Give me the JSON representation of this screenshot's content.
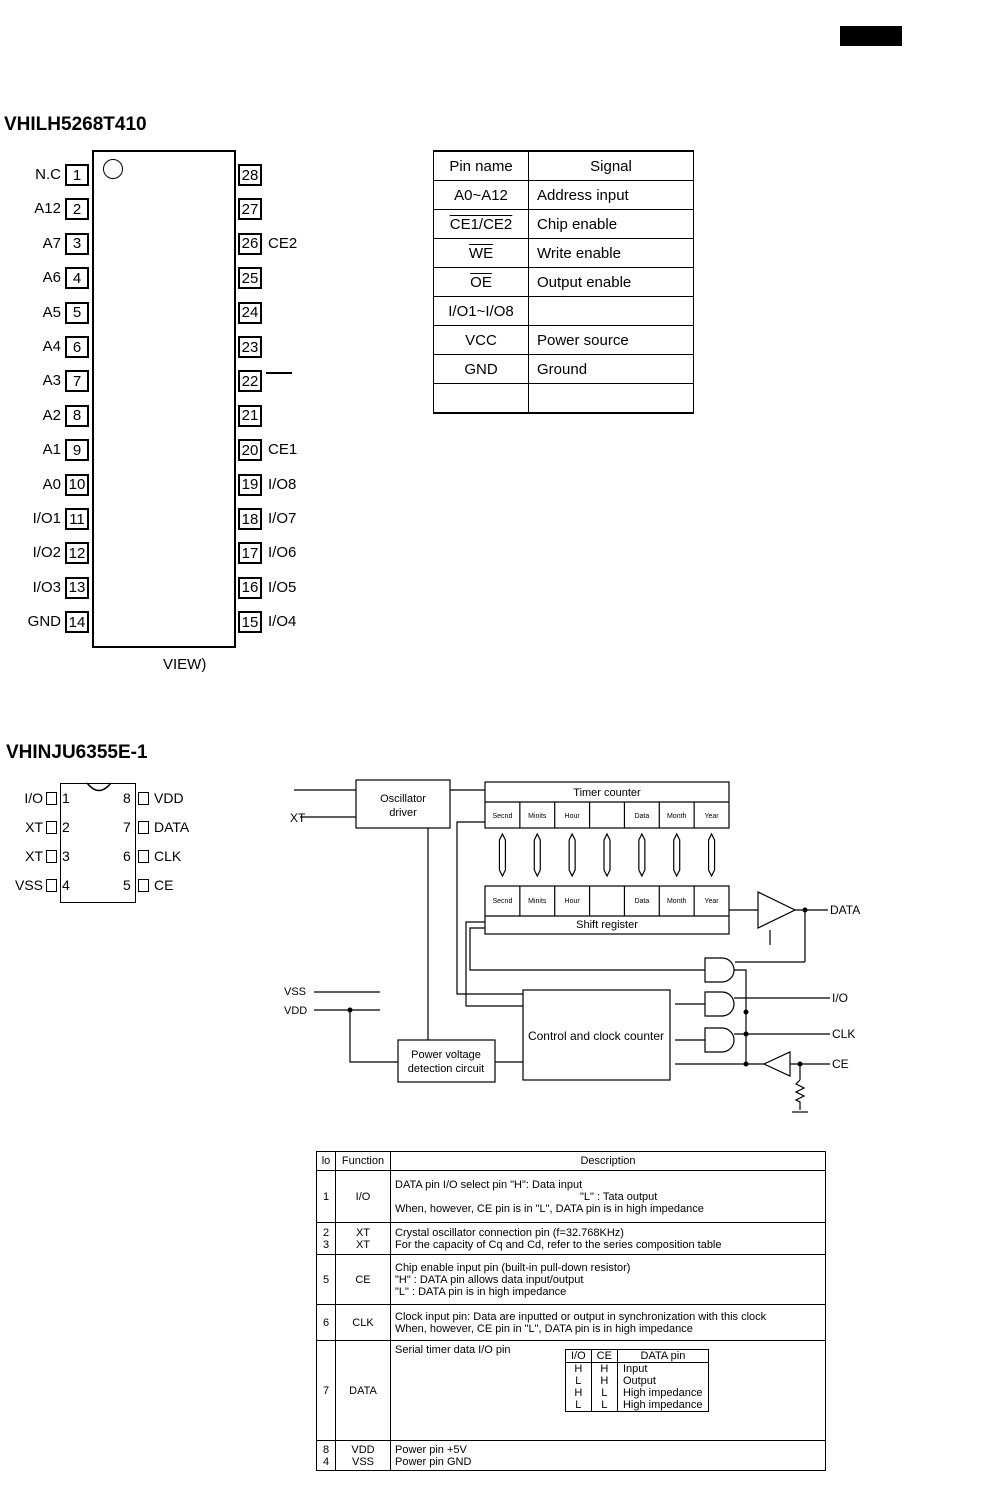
{
  "chip1": {
    "title": "VHILH5268T410",
    "view_label": "VIEW)",
    "left_pins": [
      {
        "num": "1",
        "name": "N.C"
      },
      {
        "num": "2",
        "name": "A12"
      },
      {
        "num": "3",
        "name": "A7"
      },
      {
        "num": "4",
        "name": "A6"
      },
      {
        "num": "5",
        "name": "A5"
      },
      {
        "num": "6",
        "name": "A4"
      },
      {
        "num": "7",
        "name": "A3"
      },
      {
        "num": "8",
        "name": "A2"
      },
      {
        "num": "9",
        "name": "A1"
      },
      {
        "num": "10",
        "name": "A0"
      },
      {
        "num": "11",
        "name": "I/O1"
      },
      {
        "num": "12",
        "name": "I/O2"
      },
      {
        "num": "13",
        "name": "I/O3"
      },
      {
        "num": "14",
        "name": "GND"
      }
    ],
    "right_pins": [
      {
        "num": "28",
        "name": ""
      },
      {
        "num": "27",
        "name": ""
      },
      {
        "num": "26",
        "name": "CE2"
      },
      {
        "num": "25",
        "name": ""
      },
      {
        "num": "24",
        "name": ""
      },
      {
        "num": "23",
        "name": ""
      },
      {
        "num": "22",
        "name": ""
      },
      {
        "num": "21",
        "name": ""
      },
      {
        "num": "20",
        "name": "CE1"
      },
      {
        "num": "19",
        "name": "I/O8"
      },
      {
        "num": "18",
        "name": "I/O7"
      },
      {
        "num": "17",
        "name": "I/O6"
      },
      {
        "num": "16",
        "name": "I/O5"
      },
      {
        "num": "15",
        "name": "I/O4"
      }
    ]
  },
  "pin_table": {
    "header_pin": "Pin name",
    "header_signal": "Signal",
    "rows": [
      {
        "pin": "A0~A12",
        "signal": "Address input"
      },
      {
        "pin": "CE1/CE2",
        "signal": "Chip enable"
      },
      {
        "pin": "WE",
        "signal": "Write enable"
      },
      {
        "pin": "OE",
        "signal": "Output enable"
      },
      {
        "pin": "I/O1~I/O8",
        "signal": ""
      },
      {
        "pin": "VCC",
        "signal": "Power source"
      },
      {
        "pin": "GND",
        "signal": "Ground"
      }
    ]
  },
  "chip2": {
    "title": "VHINJU6355E-1",
    "left_pins": [
      {
        "num": "1",
        "name": "I/O"
      },
      {
        "num": "2",
        "name": "XT"
      },
      {
        "num": "3",
        "name": "XT"
      },
      {
        "num": "4",
        "name": "VSS"
      }
    ],
    "right_pins": [
      {
        "num": "8",
        "name": "VDD"
      },
      {
        "num": "7",
        "name": "DATA"
      },
      {
        "num": "6",
        "name": "CLK"
      },
      {
        "num": "5",
        "name": "CE"
      }
    ]
  },
  "block_diagram": {
    "oscillator": "Oscillator driver",
    "osc_line1": "Oscillator",
    "osc_line2": "driver",
    "xt": "XT",
    "timer_counter": "Timer counter",
    "cells": [
      "Secnd",
      "Minits",
      "Hour",
      "",
      "Data",
      "Month",
      "Year"
    ],
    "shift_register": "Shift register",
    "data": "DATA",
    "io": "I/O",
    "clk": "CLK",
    "ce": "CE",
    "vss": "VSS",
    "vdd": "VDD",
    "control": "Control and clock counter",
    "pv_line1": "Power voltage",
    "pv_line2": "detection circuit"
  },
  "desc_table": {
    "header_no": "lo",
    "header_function": "Function",
    "header_description": "Description",
    "row1_no": "1",
    "row1_func": "I/O",
    "row1_lines": [
      "DATA pin I/O select pin \"H\": Data input",
      "\"L\" : Tata output",
      "When, however, CE pin is in \"L\", DATA pin is in high impedance"
    ],
    "row2_nos": [
      "2",
      "3"
    ],
    "row2_funcs": [
      "XT",
      "XT"
    ],
    "row2_lines": [
      "Crystal oscillator connection pin (f=32.768KHz)",
      "For the capacity of Cq and Cd, refer to the series composition table"
    ],
    "row3_no": "5",
    "row3_func": "CE",
    "row3_lines": [
      "Chip enable input pin (built-in pull-down resistor)",
      "\"H\" : DATA pin allows data input/output",
      "\"L\" : DATA pin is in high impedance"
    ],
    "row4_no": "6",
    "row4_func": "CLK",
    "row4_lines": [
      "Clock input pin: Data are inputted or output in synchronization with this clock",
      "When, however, CE pin in \"L\", DATA pin is in high impedance"
    ],
    "row5_no": "7",
    "row5_func": "DATA",
    "row5_intro": "Serial timer data I/O pin",
    "row5_table": {
      "headers": [
        "I/O",
        "CE",
        "DATA pin"
      ],
      "io": [
        "H",
        "L",
        "H",
        "L"
      ],
      "ce": [
        "H",
        "H",
        "L",
        "L"
      ],
      "data": [
        "Input",
        "Output",
        "High impedance",
        "High impedance"
      ]
    },
    "row6_nos": [
      "8",
      "4"
    ],
    "row6_funcs": [
      "VDD",
      "VSS"
    ],
    "row6_lines": [
      "Power pin +5V",
      "Power pin GND"
    ]
  }
}
